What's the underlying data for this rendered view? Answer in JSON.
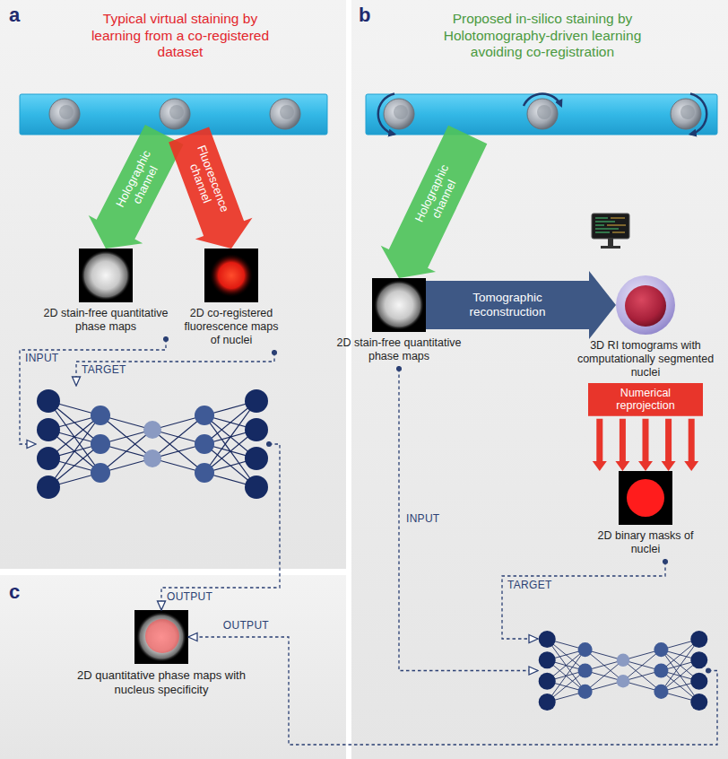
{
  "diagram": {
    "nodes": [
      {
        "text": [
          "a",
          "Typical virtual staining by learning from a co-registered dataset"
        ]
      },
      {
        "text": [],
        "in": 0
      },
      {
        "text": [
          "2D stain-free quantitative phase maps"
        ],
        "in": 0
      },
      {
        "text": [
          "2D co-registered fluorescence maps of nuclei"
        ],
        "in": 0
      },
      {
        "text": [],
        "in": 0
      },
      {
        "text": [
          "b",
          "Proposed in-silico staining by Holotomography-driven learning avoiding co-registration"
        ]
      },
      {
        "text": [],
        "in": 5
      },
      {
        "text": [
          "2D stain-free quantitative phase maps"
        ],
        "in": 5
      },
      {
        "text": [
          "3D RI tomograms with computationally segmented nuclei"
        ],
        "in": 5
      },
      {
        "text": [
          "2D binary masks of nuclei"
        ],
        "in": 5
      },
      {
        "text": [],
        "in": 5
      },
      {
        "text": [
          "c"
        ]
      },
      {
        "text": [
          "2D quantitative phase maps with nucleus specificity"
        ],
        "in": 11
      }
    ],
    "edges": [
      {
        "from": 1,
        "to": 2,
        "label": "Holographic channel",
        "arrow": "to"
      },
      {
        "from": 1,
        "to": 3,
        "label": "Fluorescence channel",
        "arrow": "to"
      },
      {
        "from": 2,
        "to": 4,
        "label": "INPUT",
        "arrow": "to"
      },
      {
        "from": 3,
        "to": 4,
        "label": "TARGET",
        "arrow": "to"
      },
      {
        "from": 4,
        "to": 12,
        "label": "OUTPUT",
        "arrow": "to"
      },
      {
        "from": 6,
        "to": 7,
        "label": "Holographic channel",
        "arrow": "to"
      },
      {
        "from": 7,
        "to": 8,
        "label": "Tomographic reconstruction",
        "arrow": "to"
      },
      {
        "from": 8,
        "to": 9,
        "label": "Numerical reprojection",
        "arrow": "to"
      },
      {
        "from": 7,
        "to": 10,
        "label": "INPUT",
        "arrow": "to"
      },
      {
        "from": 9,
        "to": 10,
        "label": "TARGET",
        "arrow": "to"
      },
      {
        "from": 10,
        "to": 12,
        "label": "OUTPUT",
        "arrow": "to"
      }
    ]
  }
}
